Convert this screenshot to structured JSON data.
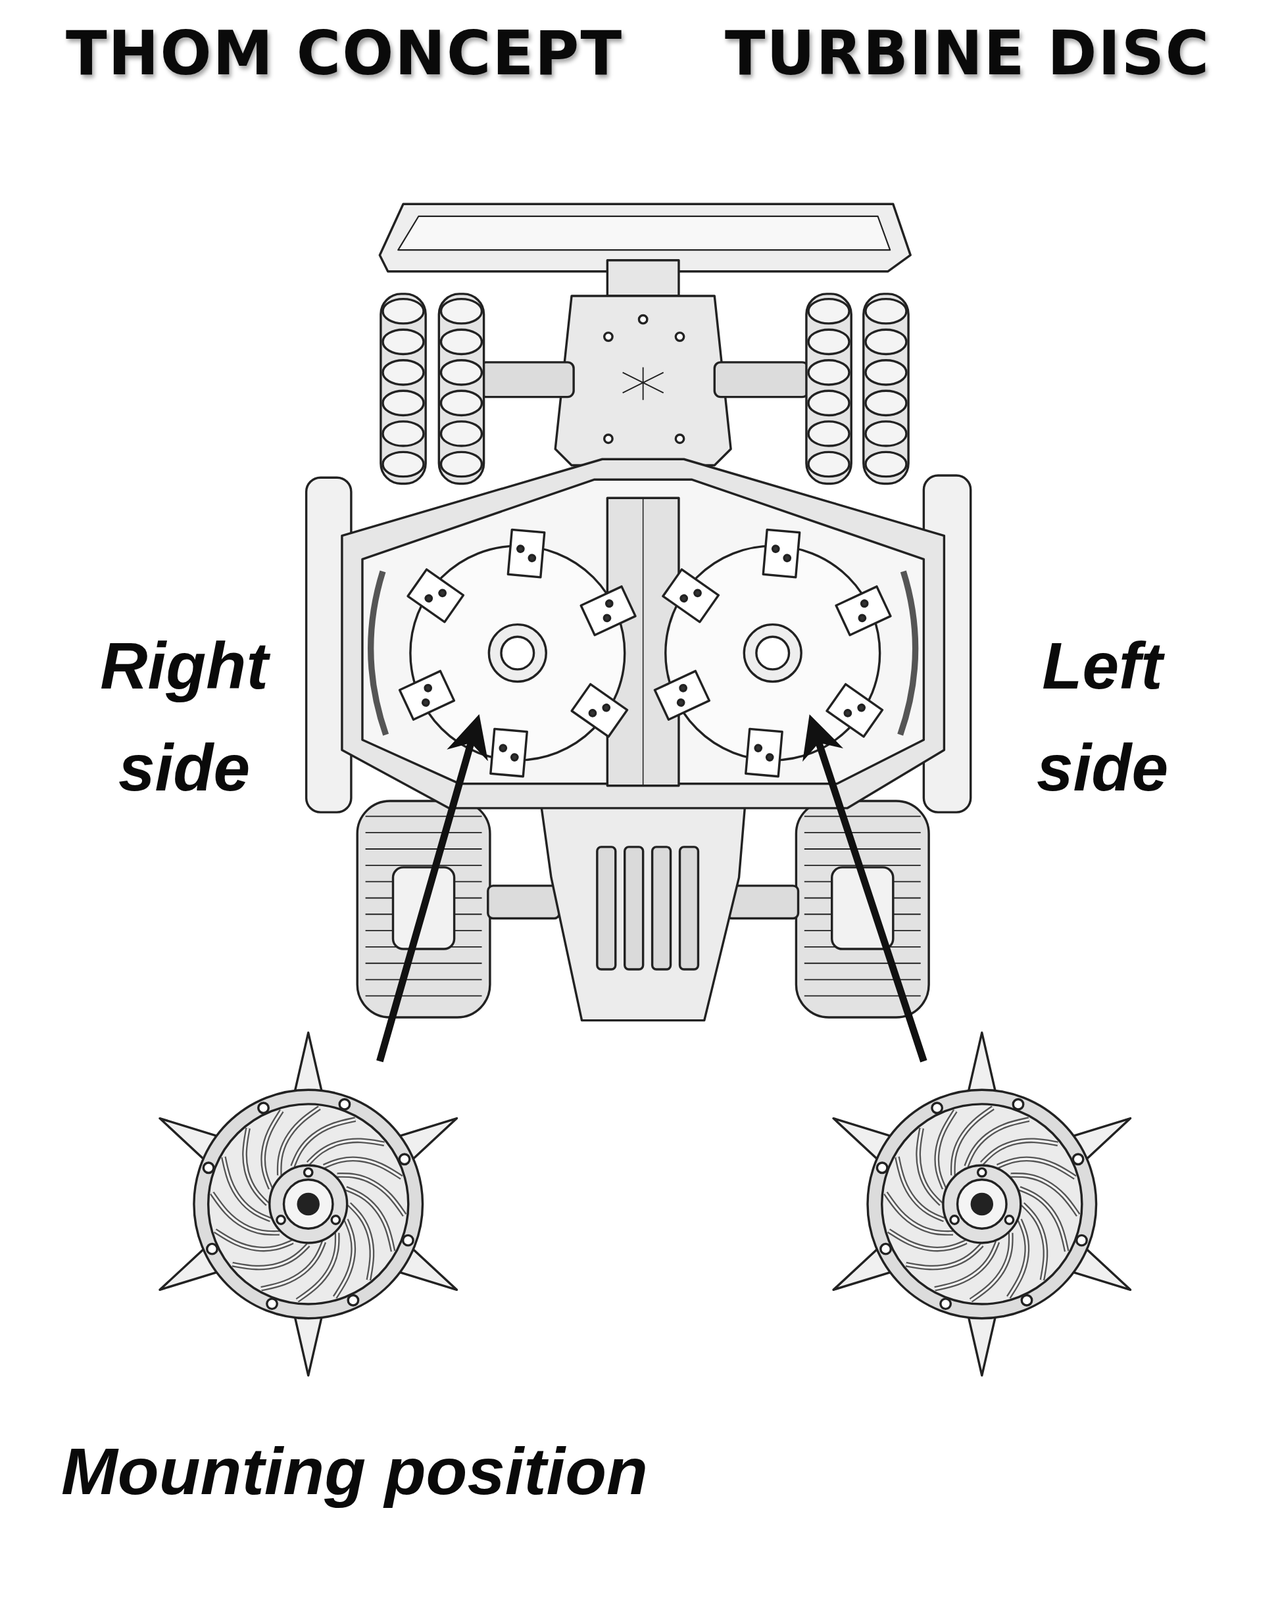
{
  "diagram": {
    "title": "THOM CONCEPT",
    "labels": [
      "TURBINE DISC",
      "Right side",
      "Left side",
      "Mounting position"
    ]
  }
}
